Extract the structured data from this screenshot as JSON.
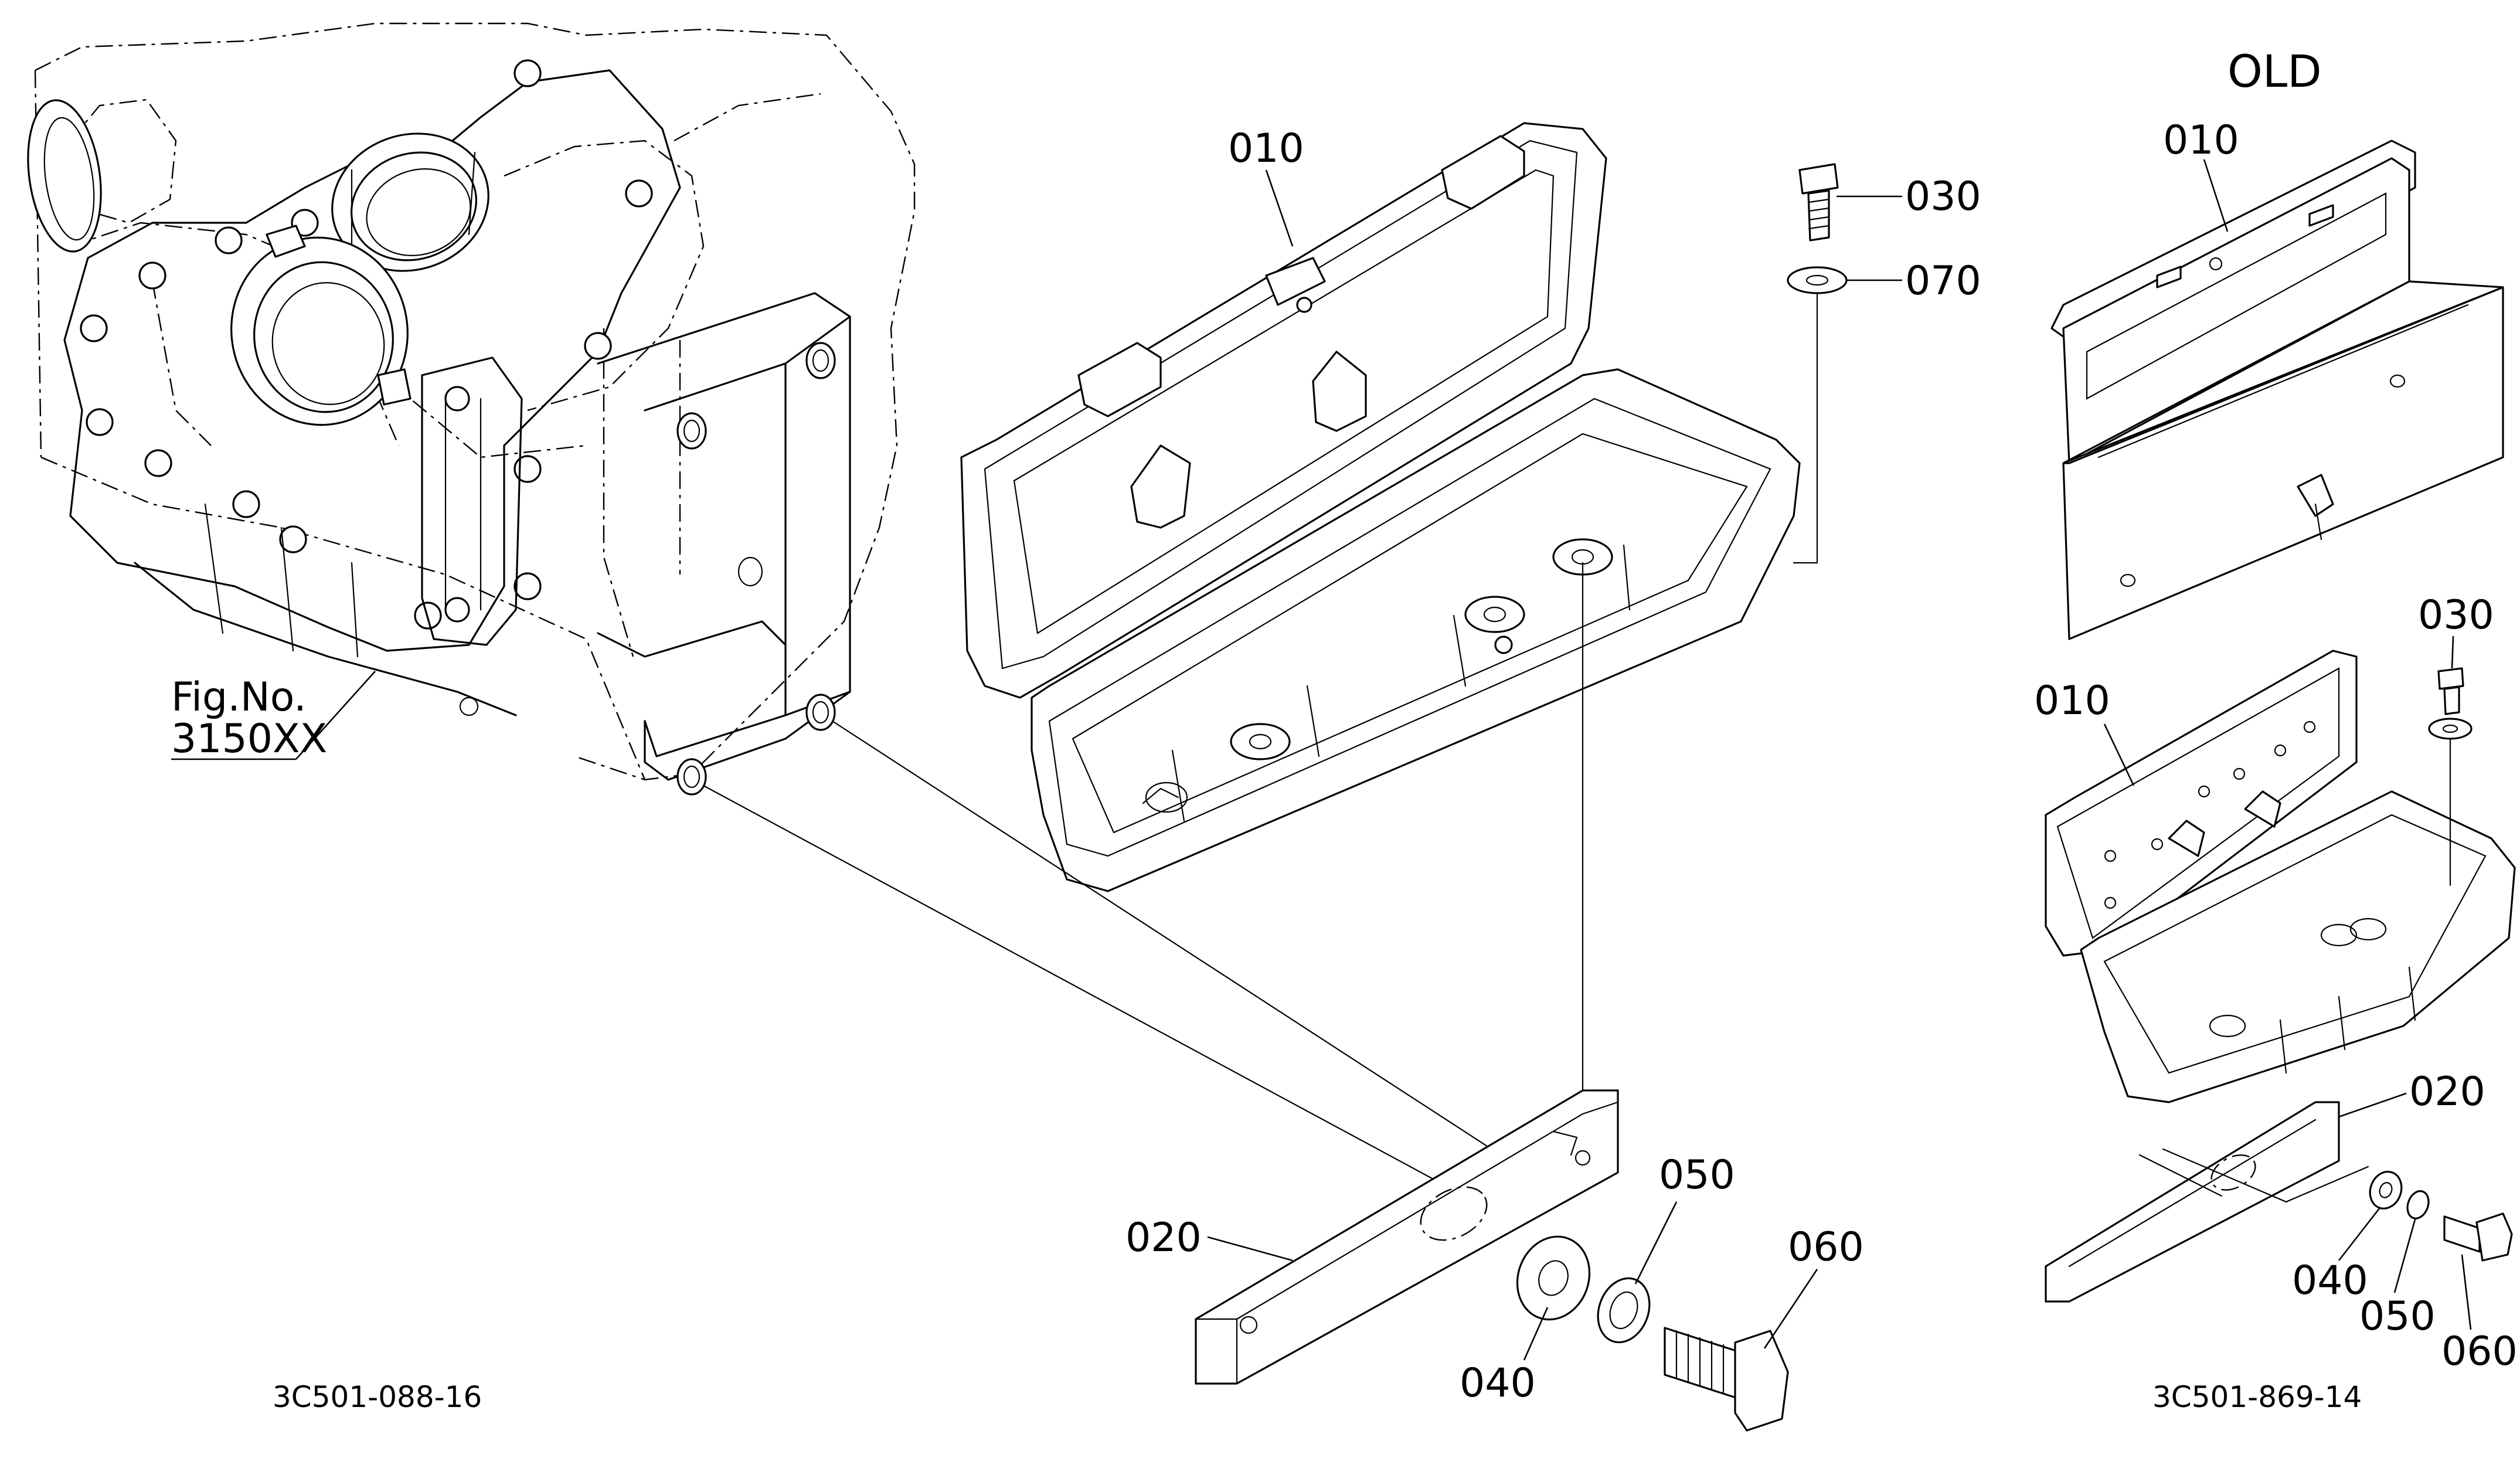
{
  "diagram": {
    "main_view": {
      "callouts": {
        "box": "010",
        "bolt": "030",
        "washer": "070",
        "stay": "020",
        "plain_washer": "040",
        "spring_washer": "050",
        "bolt_large": "060"
      },
      "reference": {
        "line1": "Fig.No.",
        "line2": "3150XX"
      },
      "drawing_code": "3C501-088-16"
    },
    "old_view": {
      "heading": "OLD",
      "callouts": {
        "metal_box": "010",
        "box": "010",
        "bolt": "030",
        "stay": "020",
        "plain_washer": "040",
        "spring_washer": "050",
        "bolt_large": "060"
      },
      "drawing_code": "3C501-869-14"
    }
  }
}
